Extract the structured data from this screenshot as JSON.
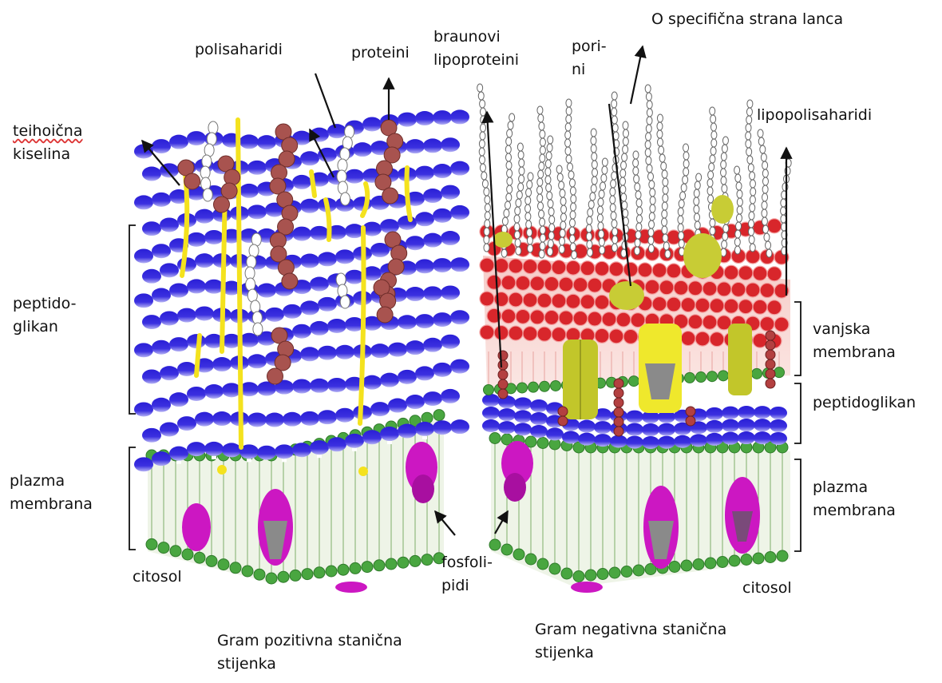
{
  "labels": {
    "teihoicna": [
      "teihoična",
      "kiselina"
    ],
    "polisaharidi": "polisaharidi",
    "proteini": "proteini",
    "braunovi": [
      "braunovi",
      "lipoproteini"
    ],
    "porini": [
      "pori-",
      "ni"
    ],
    "o_strana": "O specifična strana lanca",
    "lipopolisaharidi": "lipopolisaharidi",
    "peptidoglikan_left": [
      "peptido-",
      "glikan"
    ],
    "plazma_left": [
      "plazma",
      "membrana"
    ],
    "citosol_left": "citosol",
    "fosfolipidi": [
      "fosfoli-",
      "pidi"
    ],
    "vanjska": [
      "vanjska",
      "membrana"
    ],
    "peptidoglikan_right": "peptidoglikan",
    "plazma_right": [
      "plazma",
      "membrana"
    ],
    "citosol_right": "citosol",
    "caption_left": [
      "Gram pozitivna stanična",
      "stijenka"
    ],
    "caption_right": [
      "Gram negativna stanična",
      "stijenka"
    ]
  },
  "colors": {
    "peptidoglycan": "#2a1fd6",
    "peptidoglycan_light": "#8a86f0",
    "phospholipid_head": "#49a640",
    "teichoic_acid": "#f4e21e",
    "protein": "#a8534f",
    "lps_core": "#d8262b",
    "porin": "#c2c62a",
    "membrane_protein": "#cc17c2",
    "outer_membrane_tint": "#f2b9b6"
  }
}
